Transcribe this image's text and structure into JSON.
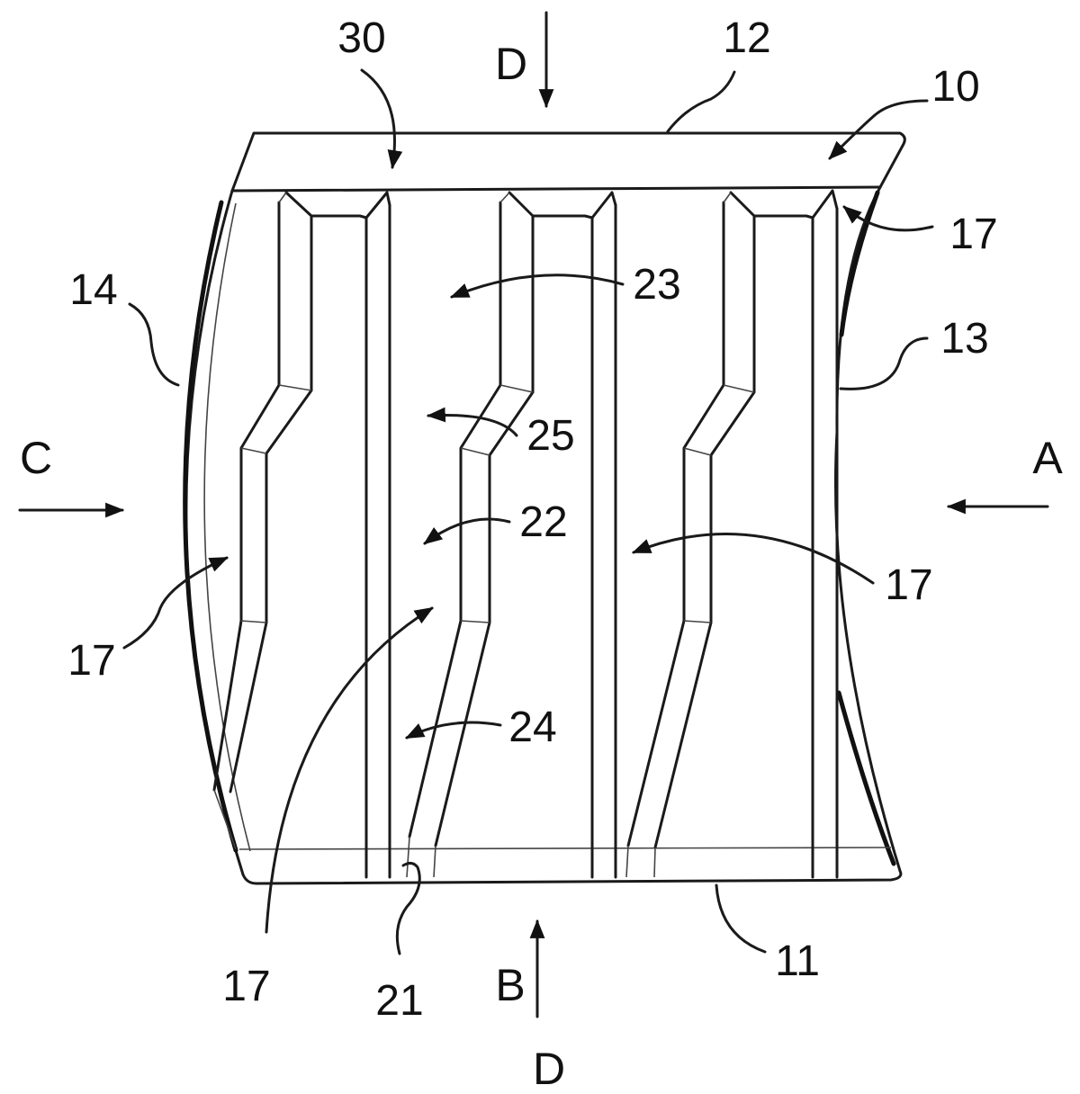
{
  "figure": {
    "view_labels": {
      "top": "D",
      "bottom_b": "B",
      "bottom_d": "D",
      "left": "C",
      "right": "A"
    },
    "reference_numerals": {
      "n30": "30",
      "n12": "12",
      "n10": "10",
      "n17_top_right": "17",
      "n14": "14",
      "n23": "23",
      "n13": "13",
      "n25": "25",
      "n22": "22",
      "n17_right": "17",
      "n17_left": "17",
      "n24": "24",
      "n17_bottom": "17",
      "n21": "21",
      "n11": "11"
    }
  }
}
